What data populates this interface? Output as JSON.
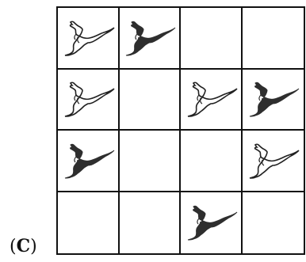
{
  "option": {
    "label": "C"
  },
  "grid": {
    "rows": 4,
    "cols": 4,
    "cells": [
      [
        "white",
        "dark",
        "empty",
        "empty"
      ],
      [
        "white",
        "empty",
        "white",
        "dark"
      ],
      [
        "dark",
        "empty",
        "empty",
        "white"
      ],
      [
        "empty",
        "empty",
        "dark",
        "empty"
      ]
    ]
  },
  "colors": {
    "white_kangaroo": "#ffffff",
    "dark_kangaroo": "#2e2e2e",
    "grid_line": "#111111"
  },
  "icons": {
    "white": "white-kangaroo-icon",
    "dark": "dark-kangaroo-icon"
  }
}
